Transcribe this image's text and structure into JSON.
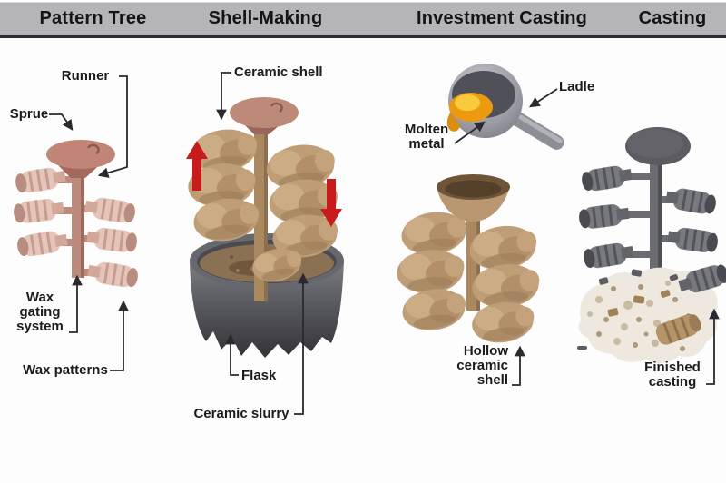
{
  "header": {
    "items": [
      {
        "label": "Pattern Tree"
      },
      {
        "label": "Shell-Making"
      },
      {
        "label": "Investment Casting"
      },
      {
        "label": "Casting"
      }
    ]
  },
  "panels": {
    "pattern_tree": {
      "labels": {
        "runner": "Runner",
        "sprue": "Sprue",
        "wax_gating_system": "Wax\ngating\nsystem",
        "wax_patterns": "Wax patterns"
      }
    },
    "shell_making": {
      "labels": {
        "ceramic_shell": "Ceramic shell",
        "flask": "Flask",
        "ceramic_slurry": "Ceramic slurry"
      }
    },
    "investment_casting": {
      "labels": {
        "ladle": "Ladle",
        "molten_metal": "Molten\nmetal",
        "hollow_ceramic_shell": "Hollow\nceramic\nshell"
      }
    },
    "casting": {
      "labels": {
        "finished_casting": "Finished\ncasting"
      }
    }
  },
  "icons": {
    "dip_up_arrow": "red-up-arrow",
    "dip_down_arrow": "red-down-arrow"
  },
  "colors": {
    "header_bg": "#b5b5b9",
    "header_text": "#141416",
    "label_text": "#1b1b1b",
    "wax_light": "#e5c4b9",
    "wax_dark": "#bd8478",
    "ceramic_shell": "#bf9e77",
    "ceramic_dark": "#8d7253",
    "flask_gray": "#4a4a50",
    "slurry_brown": "#8b7154",
    "metal_gray": "#6a6a71",
    "molten_orange": "#ec9b10",
    "arrow_red": "#c81c1c",
    "background": "#fdfdfd"
  }
}
